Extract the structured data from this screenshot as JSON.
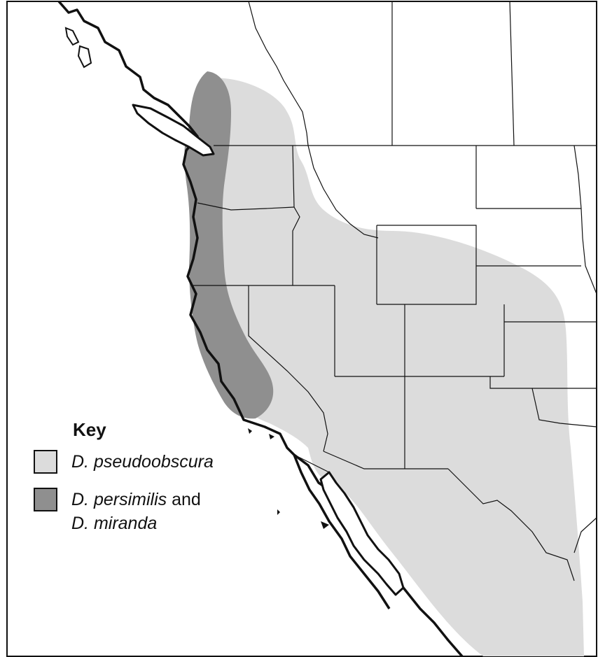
{
  "legend": {
    "title": "Key",
    "items": [
      {
        "species": "D. pseudoobscura",
        "color": "#dcdcdc"
      },
      {
        "species_1": "D. persimilis",
        "conjunction": "and",
        "species_2": "D. miranda",
        "color": "#8f8f8f"
      }
    ]
  },
  "colors": {
    "land": "#ffffff",
    "border": "#111111",
    "pseudoobscura": "#dcdcdc",
    "persimilis_miranda": "#8f8f8f"
  }
}
